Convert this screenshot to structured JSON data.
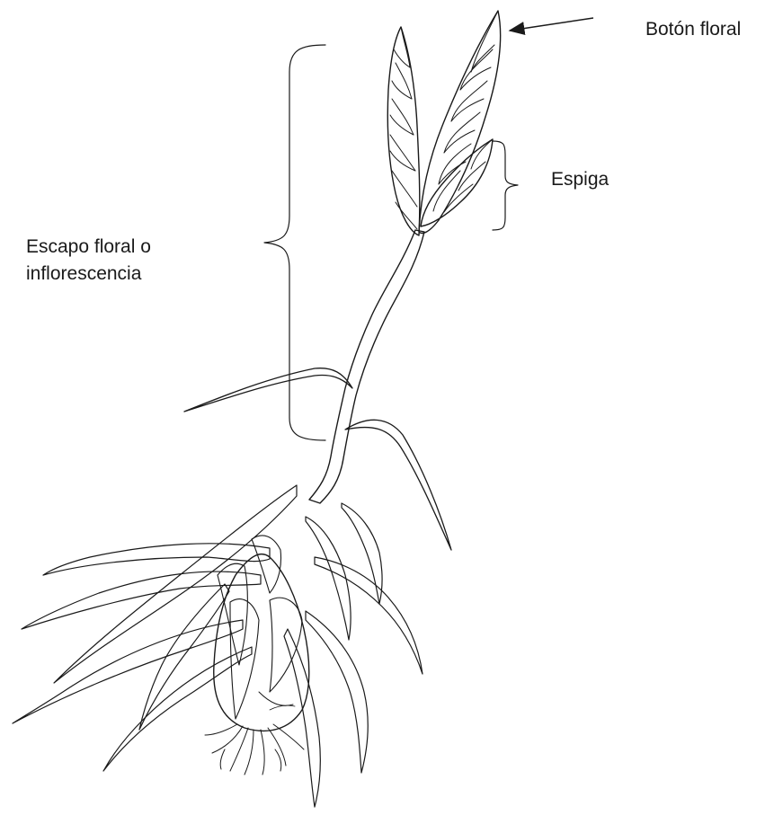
{
  "labels": {
    "boton_floral": "Botón floral",
    "espiga": "Espiga",
    "escapo_line1": "Escapo floral o",
    "escapo_line2": "inflorescencia"
  },
  "colors": {
    "ink": "#1a1a1a",
    "background": "#ffffff"
  }
}
